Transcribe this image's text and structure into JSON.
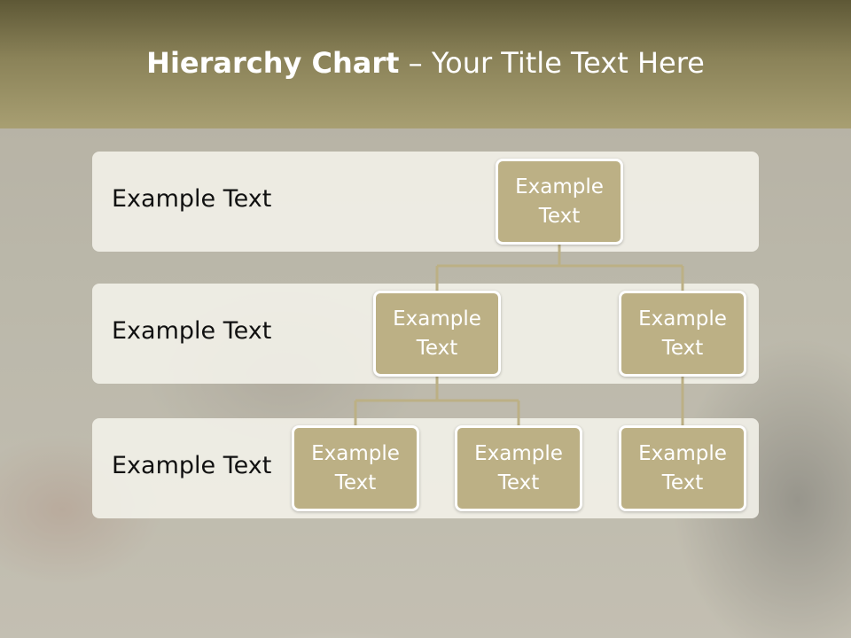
{
  "title": {
    "bold": "Hierarchy Chart",
    "rest": " – Your Title Text Here"
  },
  "levels": [
    {
      "label": "Example Text"
    },
    {
      "label": "Example Text"
    },
    {
      "label": "Example Text"
    }
  ],
  "nodes": {
    "root": "Example Text",
    "child_left": "Example Text",
    "child_right": "Example Text",
    "grandchild_1": "Example Text",
    "grandchild_2": "Example Text",
    "grandchild_3": "Example Text"
  },
  "colors": {
    "node_fill": "#bcb085",
    "connector": "#bcb085",
    "band_fill": "#f4f2ea",
    "title_bar": "#8a8258"
  }
}
